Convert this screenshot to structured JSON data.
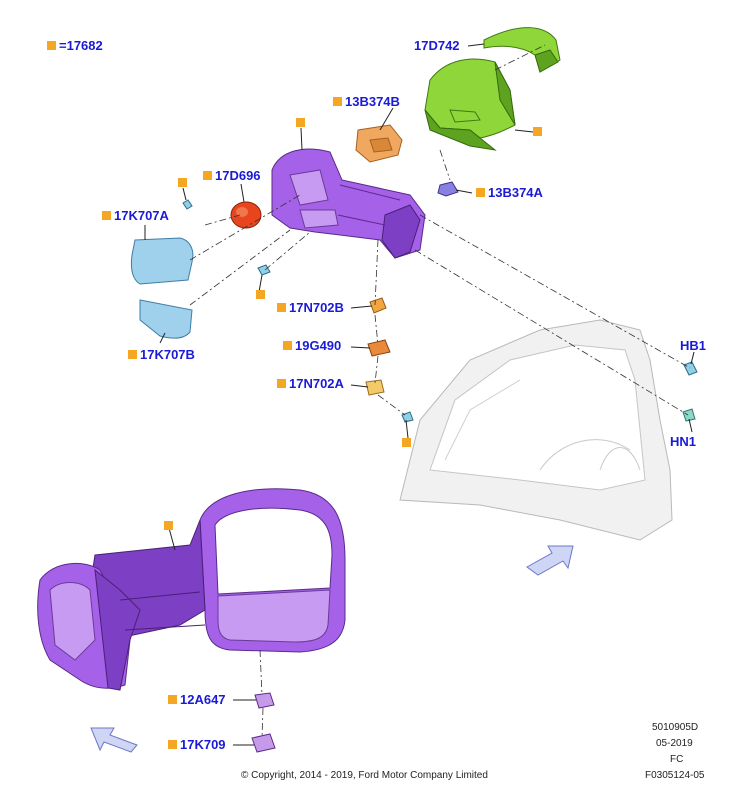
{
  "legend": {
    "text": "=17682"
  },
  "callouts": {
    "c17D742": "17D742",
    "c13B374B": "13B374B",
    "c13B374A": "13B374A",
    "c17D696": "17D696",
    "c17K707A": "17K707A",
    "c17K707B": "17K707B",
    "c17N702B": "17N702B",
    "c19G490": "19G490",
    "c17N702A": "17N702A",
    "cHB1": "HB1",
    "cHN1": "HN1",
    "c12A647": "12A647",
    "c17K709": "17K709"
  },
  "footer": {
    "code1": "5010905D",
    "date": "05-2019",
    "fc": "FC",
    "ref": "F0305124-05",
    "copyright": "© Copyright, 2014 - 2019, Ford Motor Company Limited"
  },
  "colors": {
    "callout_text": "#1a1ad8",
    "marker": "#f5a623",
    "housing": "#a561e8",
    "cover": "#8fd63a",
    "glass": "#9fd1ec"
  }
}
